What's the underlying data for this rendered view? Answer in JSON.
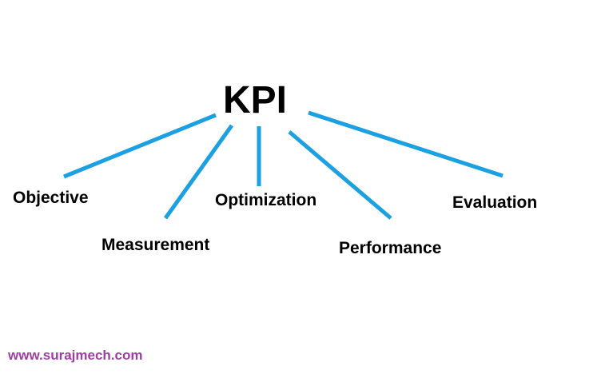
{
  "diagram": {
    "center": {
      "label": "KPI"
    },
    "branches": [
      {
        "label": "Objective"
      },
      {
        "label": "Measurement"
      },
      {
        "label": "Optimization"
      },
      {
        "label": "Performance"
      },
      {
        "label": "Evaluation"
      }
    ]
  },
  "footer": {
    "watermark": "www.surajmech.com"
  },
  "colors": {
    "connector": "#1ba1e2",
    "text": "#000000",
    "watermark": "#9b3fa1",
    "background": "#ffffff"
  }
}
